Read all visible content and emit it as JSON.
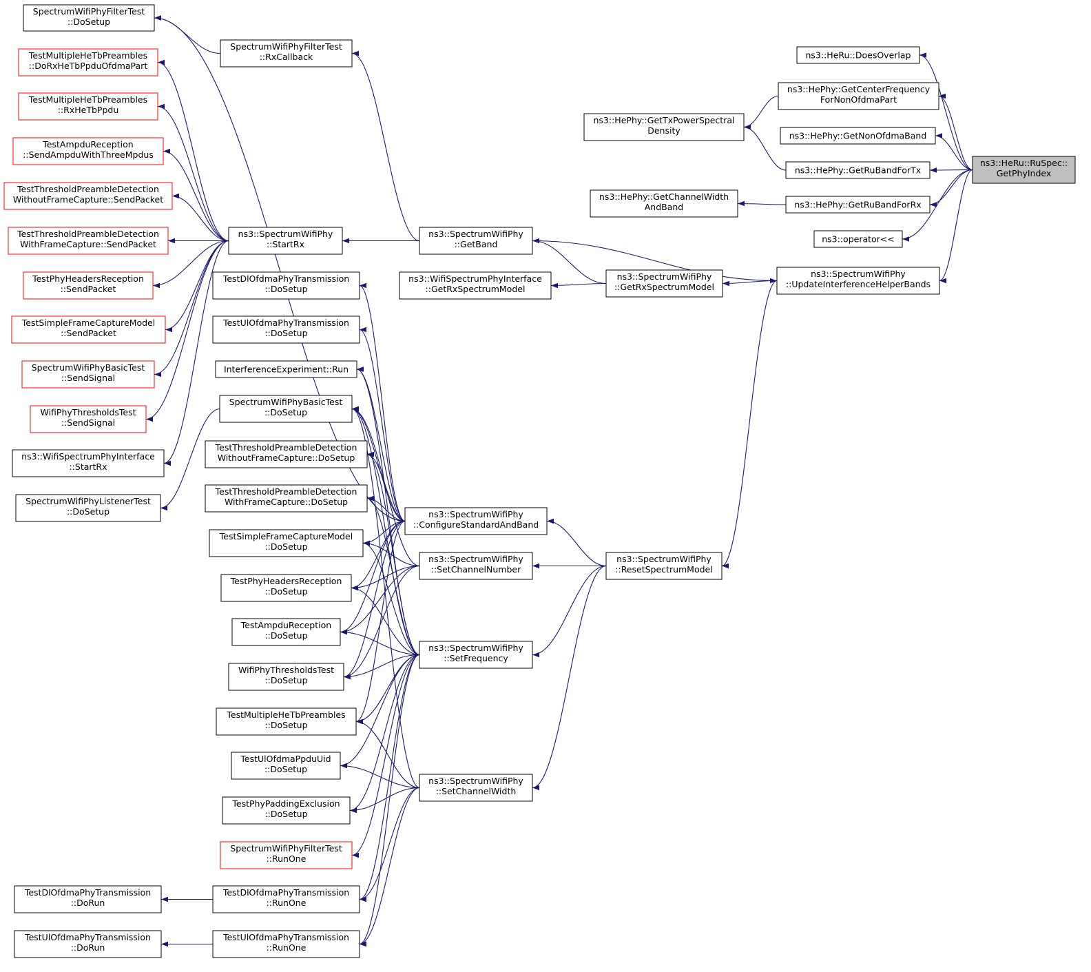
{
  "diagram_title": "",
  "colors": {
    "edge": "#191970",
    "normal_border": "#000000",
    "linked_border": "#ff0000",
    "root_fill": "#bfbfbf",
    "background": "#ffffff"
  },
  "nodes": [
    {
      "id": "fft_dosetup",
      "lines": [
        "SpectrumWifiPhyFilterTest",
        "::DoSetup"
      ],
      "border": "black"
    },
    {
      "id": "fft_rxcb",
      "lines": [
        "SpectrumWifiPhyFilterTest",
        "::RxCallback"
      ],
      "border": "black"
    },
    {
      "id": "mhe_dorx",
      "lines": [
        "TestMultipleHeTbPreambles",
        "::DoRxHeTbPpduOfdmaPart"
      ],
      "border": "red"
    },
    {
      "id": "mhe_rx",
      "lines": [
        "TestMultipleHeTbPreambles",
        "::RxHeTbPpdu"
      ],
      "border": "red"
    },
    {
      "id": "ampdu_send",
      "lines": [
        "TestAmpduReception",
        "::SendAmpduWithThreeMpdus"
      ],
      "border": "red"
    },
    {
      "id": "tpd_wo_send",
      "lines": [
        "TestThresholdPreambleDetection",
        "WithoutFrameCapture::SendPacket"
      ],
      "border": "red"
    },
    {
      "id": "tpd_w_send",
      "lines": [
        "TestThresholdPreambleDetection",
        "WithFrameCapture::SendPacket"
      ],
      "border": "red"
    },
    {
      "id": "hdr_send",
      "lines": [
        "TestPhyHeadersReception",
        "::SendPacket"
      ],
      "border": "red"
    },
    {
      "id": "sfc_send",
      "lines": [
        "TestSimpleFrameCaptureModel",
        "::SendPacket"
      ],
      "border": "red"
    },
    {
      "id": "basic_sig",
      "lines": [
        "SpectrumWifiPhyBasicTest",
        "::SendSignal"
      ],
      "border": "red"
    },
    {
      "id": "thr_sig",
      "lines": [
        "WifiPhyThresholdsTest",
        "::SendSignal"
      ],
      "border": "red"
    },
    {
      "id": "wspi_startrx",
      "lines": [
        "ns3::WifiSpectrumPhyInterface",
        "::StartRx"
      ],
      "border": "black"
    },
    {
      "id": "listener_dosetup",
      "lines": [
        "SpectrumWifiPhyListenerTest",
        "::DoSetup"
      ],
      "border": "black"
    },
    {
      "id": "startrx",
      "lines": [
        "ns3::SpectrumWifiPhy",
        "::StartRx"
      ],
      "border": "black"
    },
    {
      "id": "dl_dosetup",
      "lines": [
        "TestDlOfdmaPhyTransmission",
        "::DoSetup"
      ],
      "border": "black"
    },
    {
      "id": "ul_dosetup",
      "lines": [
        "TestUlOfdmaPhyTransmission",
        "::DoSetup"
      ],
      "border": "black"
    },
    {
      "id": "ie_run",
      "lines": [
        "InterferenceExperiment::Run"
      ],
      "border": "black"
    },
    {
      "id": "basic_dosetup",
      "lines": [
        "SpectrumWifiPhyBasicTest",
        "::DoSetup"
      ],
      "border": "black"
    },
    {
      "id": "tpd_wo_dosetup",
      "lines": [
        "TestThresholdPreambleDetection",
        "WithoutFrameCapture::DoSetup"
      ],
      "border": "black"
    },
    {
      "id": "tpd_w_dosetup",
      "lines": [
        "TestThresholdPreambleDetection",
        "WithFrameCapture::DoSetup"
      ],
      "border": "black"
    },
    {
      "id": "sfc_dosetup",
      "lines": [
        "TestSimpleFrameCaptureModel",
        "::DoSetup"
      ],
      "border": "black"
    },
    {
      "id": "hdr_dosetup",
      "lines": [
        "TestPhyHeadersReception",
        "::DoSetup"
      ],
      "border": "black"
    },
    {
      "id": "ampdu_dosetup",
      "lines": [
        "TestAmpduReception",
        "::DoSetup"
      ],
      "border": "black"
    },
    {
      "id": "thr_dosetup",
      "lines": [
        "WifiPhyThresholdsTest",
        "::DoSetup"
      ],
      "border": "black"
    },
    {
      "id": "mhe_dosetup",
      "lines": [
        "TestMultipleHeTbPreambles",
        "::DoSetup"
      ],
      "border": "black"
    },
    {
      "id": "ulpid_dosetup",
      "lines": [
        "TestUlOfdmaPpduUid",
        "::DoSetup"
      ],
      "border": "black"
    },
    {
      "id": "pad_dosetup",
      "lines": [
        "TestPhyPaddingExclusion",
        "::DoSetup"
      ],
      "border": "black"
    },
    {
      "id": "fft_runone",
      "lines": [
        "SpectrumWifiPhyFilterTest",
        "::RunOne"
      ],
      "border": "red"
    },
    {
      "id": "dl_dorun",
      "lines": [
        "TestDlOfdmaPhyTransmission",
        "::DoRun"
      ],
      "border": "black"
    },
    {
      "id": "dl_runone",
      "lines": [
        "TestDlOfdmaPhyTransmission",
        "::RunOne"
      ],
      "border": "black"
    },
    {
      "id": "ul_dorun",
      "lines": [
        "TestUlOfdmaPhyTransmission",
        "::DoRun"
      ],
      "border": "black"
    },
    {
      "id": "ul_runone",
      "lines": [
        "TestUlOfdmaPhyTransmission",
        "::RunOne"
      ],
      "border": "black"
    },
    {
      "id": "getband",
      "lines": [
        "ns3::SpectrumWifiPhy",
        "::GetBand"
      ],
      "border": "black"
    },
    {
      "id": "wspi_getrx",
      "lines": [
        "ns3::WifiSpectrumPhyInterface",
        "::GetRxSpectrumModel"
      ],
      "border": "black"
    },
    {
      "id": "getrxsm",
      "lines": [
        "ns3::SpectrumWifiPhy",
        "::GetRxSpectrumModel"
      ],
      "border": "black"
    },
    {
      "id": "configstd",
      "lines": [
        "ns3::SpectrumWifiPhy",
        "::ConfigureStandardAndBand"
      ],
      "border": "black"
    },
    {
      "id": "setchnum",
      "lines": [
        "ns3::SpectrumWifiPhy",
        "::SetChannelNumber"
      ],
      "border": "black"
    },
    {
      "id": "setfreq",
      "lines": [
        "ns3::SpectrumWifiPhy",
        "::SetFrequency"
      ],
      "border": "black"
    },
    {
      "id": "setchw",
      "lines": [
        "ns3::SpectrumWifiPhy",
        "::SetChannelWidth"
      ],
      "border": "black"
    },
    {
      "id": "resetsm",
      "lines": [
        "ns3::SpectrumWifiPhy",
        "::ResetSpectrumModel"
      ],
      "border": "black"
    },
    {
      "id": "gettxpsd",
      "lines": [
        "ns3::HePhy::GetTxPowerSpectral",
        "Density"
      ],
      "border": "black"
    },
    {
      "id": "getchwband",
      "lines": [
        "ns3::HePhy::GetChannelWidth",
        "AndBand"
      ],
      "border": "black"
    },
    {
      "id": "doesoverlap",
      "lines": [
        "ns3::HeRu::DoesOverlap"
      ],
      "border": "black"
    },
    {
      "id": "getcenterfreq",
      "lines": [
        "ns3::HePhy::GetCenterFrequency",
        "ForNonOfdmaPart"
      ],
      "border": "black"
    },
    {
      "id": "getnonofdma",
      "lines": [
        "ns3::HePhy::GetNonOfdmaBand"
      ],
      "border": "black"
    },
    {
      "id": "getrubandtx",
      "lines": [
        "ns3::HePhy::GetRuBandForTx"
      ],
      "border": "black"
    },
    {
      "id": "getrubandrx",
      "lines": [
        "ns3::HePhy::GetRuBandForRx"
      ],
      "border": "black"
    },
    {
      "id": "oplt",
      "lines": [
        "ns3::operator<<"
      ],
      "border": "black"
    },
    {
      "id": "updatehelper",
      "lines": [
        "ns3::SpectrumWifiPhy",
        "::UpdateInterferenceHelperBands"
      ],
      "border": "black"
    },
    {
      "id": "root",
      "lines": [
        "ns3::HeRu::RuSpec::",
        "GetPhyIndex"
      ],
      "border": "black",
      "highlighted": true
    }
  ],
  "edges": [
    [
      "fft_dosetup",
      "fft_rxcb"
    ],
    [
      "fft_dosetup",
      "configstd"
    ],
    [
      "fft_rxcb",
      "getband"
    ],
    [
      "mhe_dorx",
      "startrx"
    ],
    [
      "mhe_rx",
      "startrx"
    ],
    [
      "ampdu_send",
      "startrx"
    ],
    [
      "tpd_wo_send",
      "startrx"
    ],
    [
      "tpd_w_send",
      "startrx"
    ],
    [
      "hdr_send",
      "startrx"
    ],
    [
      "sfc_send",
      "startrx"
    ],
    [
      "basic_sig",
      "startrx"
    ],
    [
      "thr_sig",
      "startrx"
    ],
    [
      "wspi_startrx",
      "startrx"
    ],
    [
      "listener_dosetup",
      "basic_dosetup"
    ],
    [
      "startrx",
      "getband"
    ],
    [
      "dl_dosetup",
      "configstd"
    ],
    [
      "ul_dosetup",
      "configstd"
    ],
    [
      "ie_run",
      "configstd"
    ],
    [
      "ie_run",
      "setfreq"
    ],
    [
      "basic_dosetup",
      "configstd"
    ],
    [
      "basic_dosetup",
      "setchnum"
    ],
    [
      "basic_dosetup",
      "setfreq"
    ],
    [
      "basic_dosetup",
      "setchw"
    ],
    [
      "tpd_wo_dosetup",
      "configstd"
    ],
    [
      "tpd_wo_dosetup",
      "setfreq"
    ],
    [
      "tpd_w_dosetup",
      "configstd"
    ],
    [
      "tpd_w_dosetup",
      "setfreq"
    ],
    [
      "sfc_dosetup",
      "configstd"
    ],
    [
      "sfc_dosetup",
      "setchnum"
    ],
    [
      "sfc_dosetup",
      "setfreq"
    ],
    [
      "hdr_dosetup",
      "configstd"
    ],
    [
      "hdr_dosetup",
      "setchnum"
    ],
    [
      "hdr_dosetup",
      "setfreq"
    ],
    [
      "ampdu_dosetup",
      "configstd"
    ],
    [
      "ampdu_dosetup",
      "setchnum"
    ],
    [
      "ampdu_dosetup",
      "setfreq"
    ],
    [
      "thr_dosetup",
      "configstd"
    ],
    [
      "thr_dosetup",
      "setchnum"
    ],
    [
      "thr_dosetup",
      "setfreq"
    ],
    [
      "mhe_dosetup",
      "configstd"
    ],
    [
      "mhe_dosetup",
      "setfreq"
    ],
    [
      "mhe_dosetup",
      "setchw"
    ],
    [
      "ulpid_dosetup",
      "setfreq"
    ],
    [
      "ulpid_dosetup",
      "setchw"
    ],
    [
      "pad_dosetup",
      "setfreq"
    ],
    [
      "pad_dosetup",
      "setchw"
    ],
    [
      "fft_runone",
      "setfreq"
    ],
    [
      "dl_dorun",
      "dl_runone"
    ],
    [
      "dl_runone",
      "setfreq"
    ],
    [
      "dl_runone",
      "setchw"
    ],
    [
      "ul_dorun",
      "ul_runone"
    ],
    [
      "ul_runone",
      "setfreq"
    ],
    [
      "ul_runone",
      "setchw"
    ],
    [
      "getband",
      "getrxsm"
    ],
    [
      "wspi_getrx",
      "getrxsm"
    ],
    [
      "configstd",
      "resetsm"
    ],
    [
      "setchnum",
      "resetsm"
    ],
    [
      "setfreq",
      "resetsm"
    ],
    [
      "setchw",
      "resetsm"
    ],
    [
      "getrxsm",
      "updatehelper"
    ],
    [
      "resetsm",
      "updatehelper"
    ],
    [
      "updatehelper",
      "getband"
    ],
    [
      "gettxpsd",
      "getcenterfreq"
    ],
    [
      "gettxpsd",
      "getrubandtx"
    ],
    [
      "getchwband",
      "getrubandrx"
    ],
    [
      "doesoverlap",
      "root"
    ],
    [
      "getcenterfreq",
      "root"
    ],
    [
      "getnonofdma",
      "root"
    ],
    [
      "getrubandtx",
      "root"
    ],
    [
      "getrubandrx",
      "root"
    ],
    [
      "oplt",
      "root"
    ],
    [
      "updatehelper",
      "root"
    ]
  ]
}
